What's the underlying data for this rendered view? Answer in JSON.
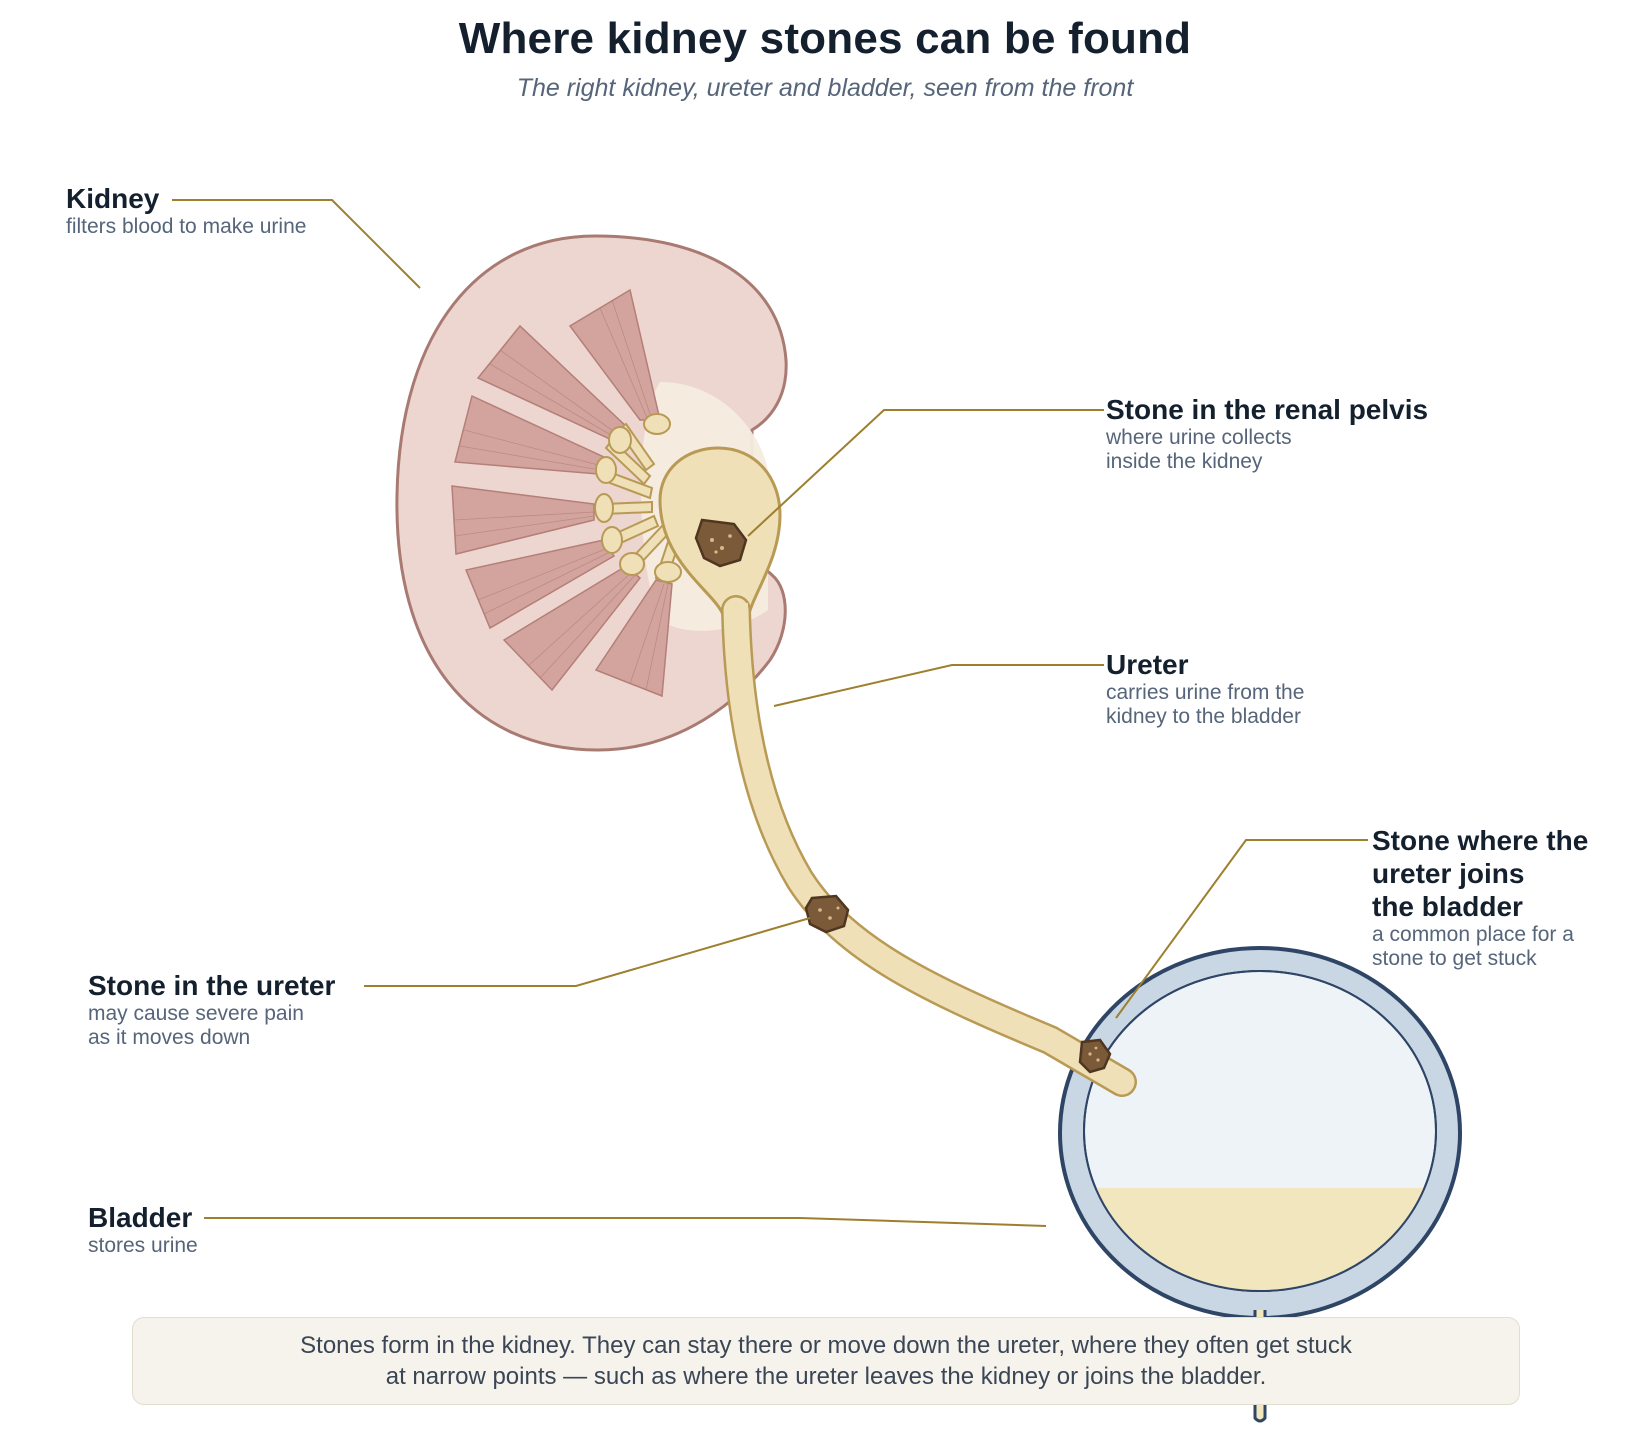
{
  "header": {
    "title": "Where kidney stones can be found",
    "subtitle": "The right kidney, ureter and bladder, seen from the front"
  },
  "labels": {
    "kidney": {
      "name": "Kidney",
      "desc": "filters blood to make urine"
    },
    "renal_pelvis": {
      "name": "Stone in the renal pelvis",
      "desc": "where urine collects\ninside the kidney"
    },
    "ureter": {
      "name": "Ureter",
      "desc": "carries urine from the\nkidney to the bladder"
    },
    "junction": {
      "name": "Stone where the\nureter joins\nthe bladder",
      "desc": "a common place for a\nstone to get stuck"
    },
    "ureter_stone": {
      "name": "Stone in the ureter",
      "desc": "may cause severe pain\nas it moves down"
    },
    "bladder": {
      "name": "Bladder",
      "desc": "stores urine"
    }
  },
  "note": "Stones form in the kidney. They can stay there or move down the ureter, where they often get stuck\nat narrow points — such as where the ureter leaves the kidney or joins the bladder.",
  "colors": {
    "kidney_fill": "#ecd6cf",
    "kidney_stroke": "#a97a72",
    "pyramid_fill": "#d2a49d",
    "pyramid_stroke": "#b37f78",
    "collecting_fill": "#efe0b8",
    "collecting_stroke": "#b99a55",
    "stone_fill": "#7b5a3a",
    "stone_stroke": "#4f3620",
    "stone_speck": "#d9b98a",
    "bladder_wall": "#c9d6e4",
    "bladder_stroke": "#2e4566",
    "bladder_inner": "#eef3f8",
    "urine": "#f1e6bd",
    "leader": "#9d7f2e"
  }
}
